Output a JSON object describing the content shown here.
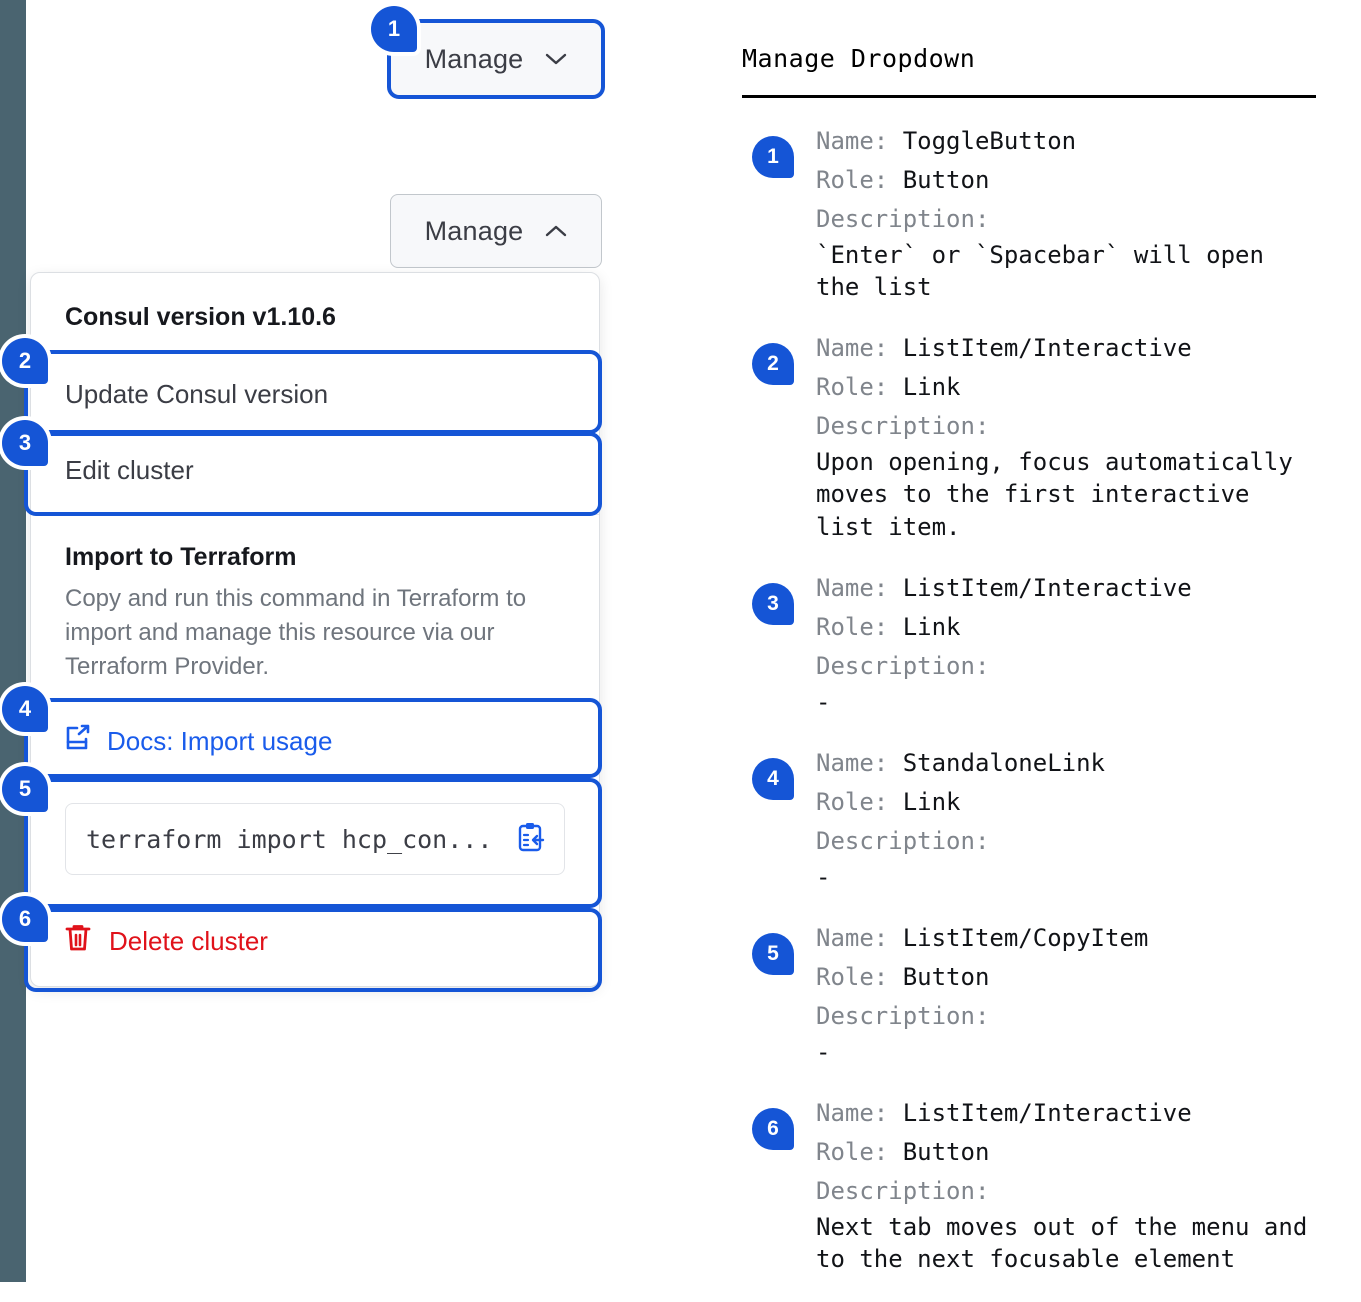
{
  "rail": {
    "color": "#4a6470"
  },
  "accent": {
    "blue": "#1555d6",
    "link": "#1a5ceb",
    "danger": "#e0121a"
  },
  "buttons": {
    "collapsed": {
      "label": "Manage",
      "caret": "chevron-down-icon"
    },
    "expanded": {
      "label": "Manage",
      "caret": "chevron-up-icon"
    }
  },
  "dropdown": {
    "version_header": "Consul version v1.10.6",
    "update_item": "Update Consul version",
    "edit_item": "Edit cluster",
    "terraform_title": "Import to Terraform",
    "terraform_body": "Copy and run this command in Terraform to import and manage this resource via our Terraform Provider.",
    "docs_link": "Docs: Import usage",
    "code_command": "terraform import hcp_con...",
    "delete_item": "Delete cluster"
  },
  "markers": [
    {
      "n": "1"
    },
    {
      "n": "2"
    },
    {
      "n": "3"
    },
    {
      "n": "4"
    },
    {
      "n": "5"
    },
    {
      "n": "6"
    }
  ],
  "legend": {
    "title": "Manage Dropdown",
    "field_labels": {
      "name": "Name:",
      "role": "Role:",
      "description": "Description:"
    },
    "entries": [
      {
        "badge": "1",
        "name": "ToggleButton",
        "role": "Button",
        "description": "`Enter` or `Spacebar` will open\nthe list"
      },
      {
        "badge": "2",
        "name": "ListItem/Interactive",
        "role": "Link",
        "description": "Upon opening, focus automatically\nmoves to the first interactive\nlist item."
      },
      {
        "badge": "3",
        "name": "ListItem/Interactive",
        "role": "Link",
        "description": "-"
      },
      {
        "badge": "4",
        "name": "StandaloneLink",
        "role": "Link",
        "description": "-"
      },
      {
        "badge": "5",
        "name": "ListItem/CopyItem",
        "role": "Button",
        "description": "-"
      },
      {
        "badge": "6",
        "name": "ListItem/Interactive",
        "role": "Button",
        "description": "Next tab moves out of the menu and\nto the next focusable element"
      }
    ]
  }
}
